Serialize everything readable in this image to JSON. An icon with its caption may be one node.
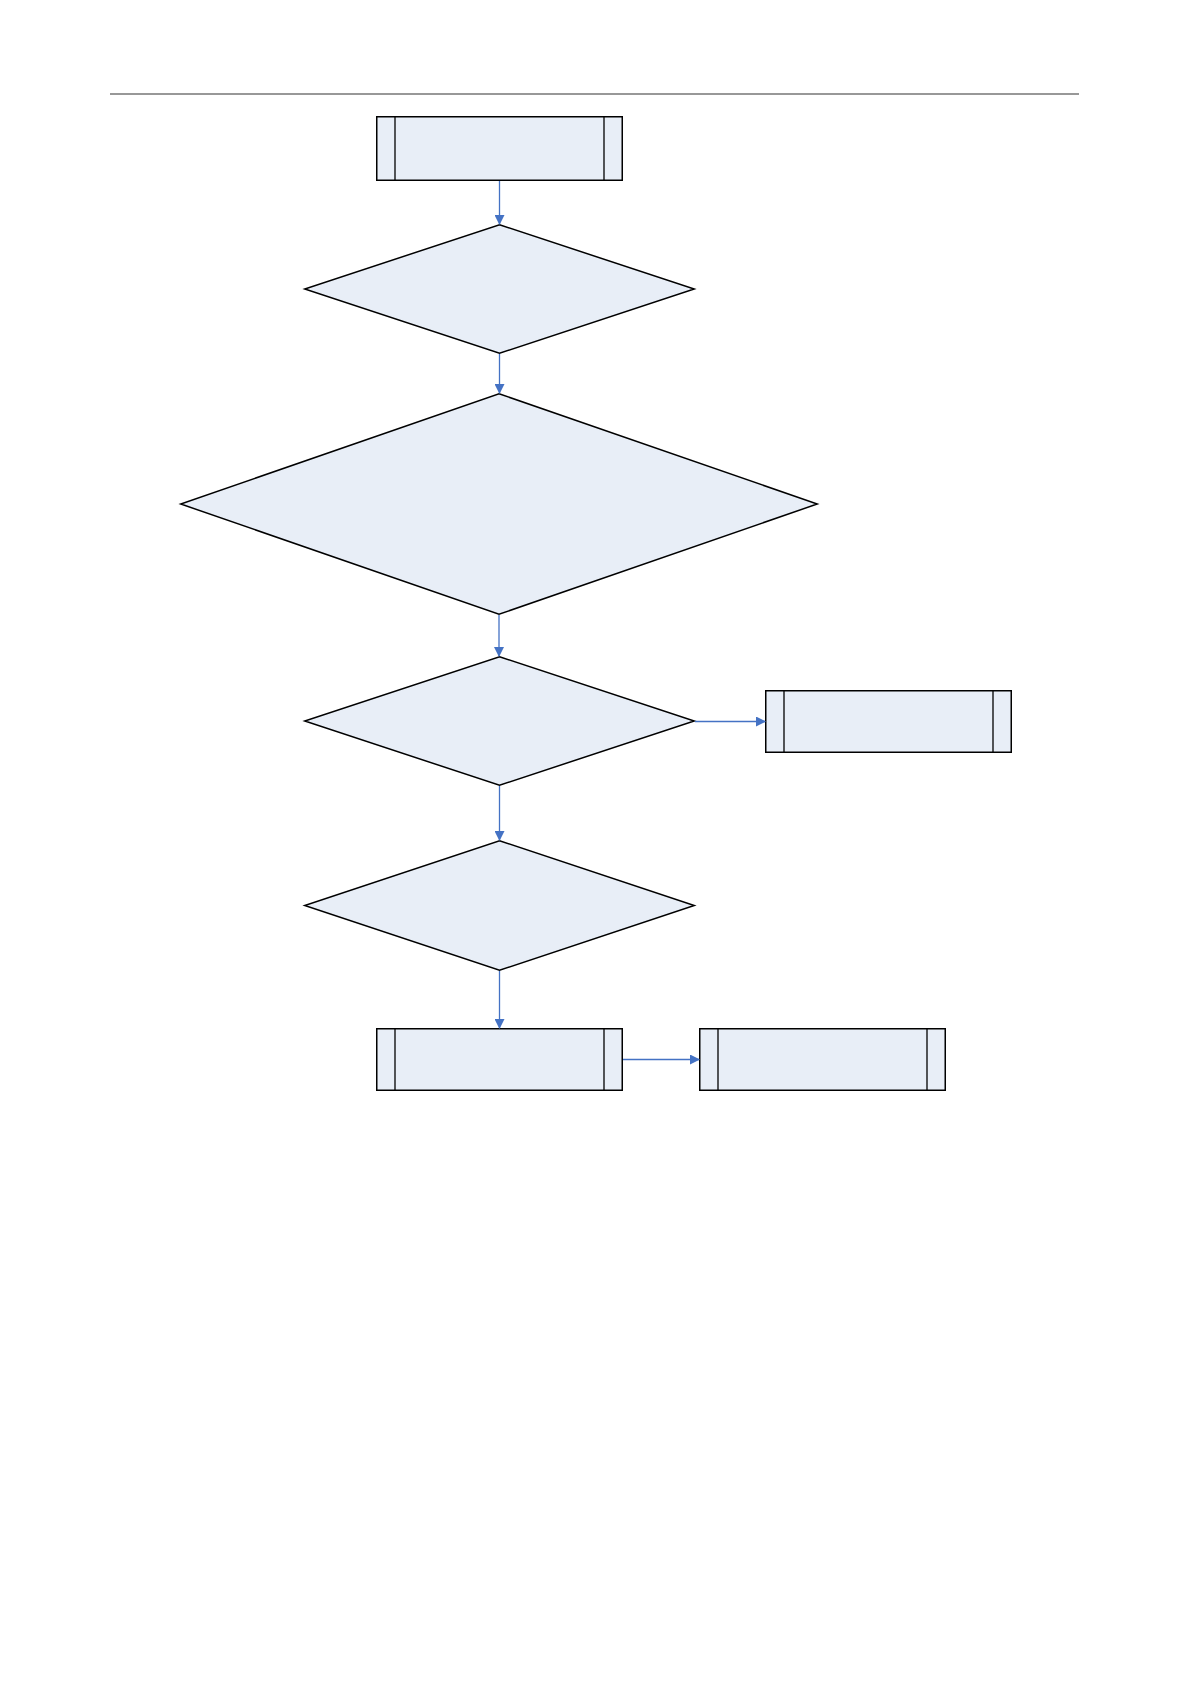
{
  "diagram": {
    "nodes": [
      {
        "text": [],
        "shape": "box"
      },
      {
        "text": [],
        "shape": "diamond"
      },
      {
        "text": [],
        "shape": "diamond"
      },
      {
        "text": [],
        "shape": "diamond"
      },
      {
        "text": [],
        "shape": "box"
      },
      {
        "text": [],
        "shape": "diamond"
      },
      {
        "text": [],
        "shape": "box"
      },
      {
        "text": [],
        "shape": "box"
      }
    ],
    "edges": [
      {
        "from": 0,
        "to": 1,
        "arrow": "to"
      },
      {
        "from": 1,
        "to": 2,
        "arrow": "to"
      },
      {
        "from": 2,
        "to": 3,
        "arrow": "to"
      },
      {
        "from": 3,
        "to": 4,
        "arrow": "to"
      },
      {
        "from": 3,
        "to": 5,
        "arrow": "to"
      },
      {
        "from": 5,
        "to": 6,
        "arrow": "to"
      },
      {
        "from": 6,
        "to": 7,
        "arrow": "to"
      }
    ]
  }
}
